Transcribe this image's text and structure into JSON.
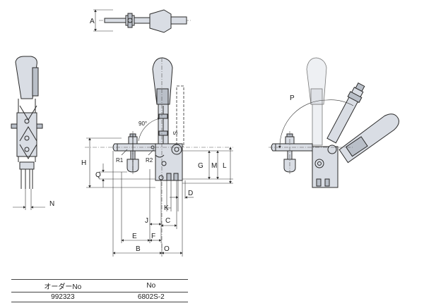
{
  "dimension_labels": {
    "a": "A",
    "b": "B",
    "c": "C",
    "d": "D",
    "e": "E",
    "f": "F",
    "g": "G",
    "h": "H",
    "j": "J",
    "k": "K",
    "l": "L",
    "m": "M",
    "n": "N",
    "o": "O",
    "p": "P",
    "q": "Q",
    "s": "S",
    "r1": "R1",
    "r2": "R2",
    "angle": "90°"
  },
  "table": {
    "headers": [
      "オーダーNo",
      "No"
    ],
    "rows": [
      [
        "992323",
        "6802S-2"
      ]
    ]
  },
  "colors": {
    "body_fill": "#d9dde4",
    "line": "#2a2a2a"
  }
}
